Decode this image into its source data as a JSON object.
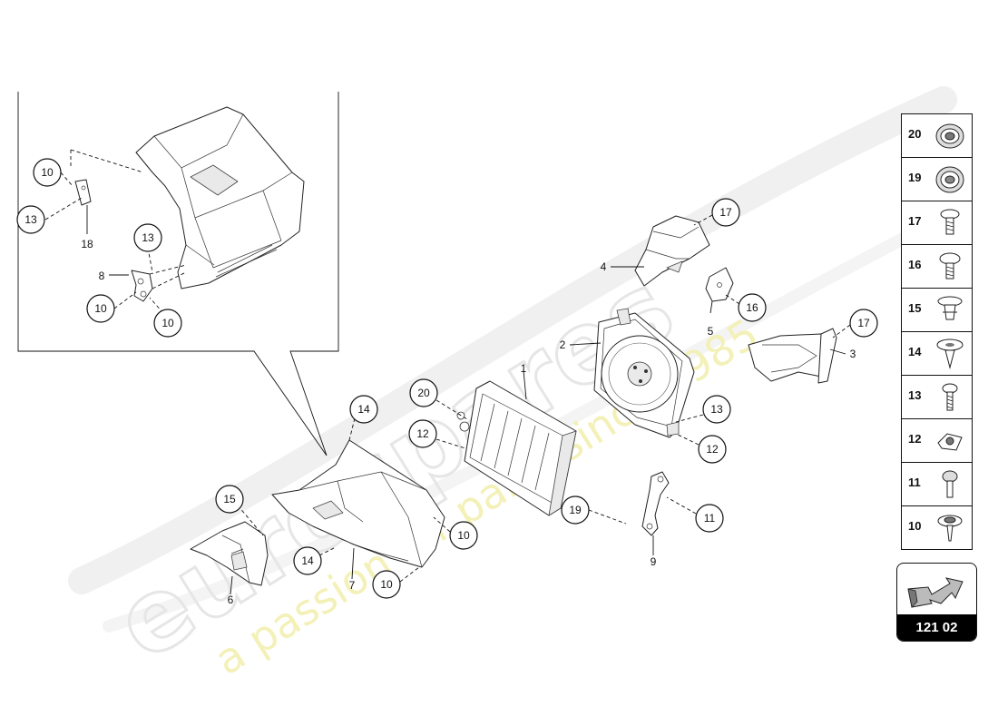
{
  "watermark": {
    "brand": "eurospares",
    "tagline": "a passion for parts since 1985"
  },
  "callouts": [
    {
      "id": "c10-inset-top",
      "label": "10"
    },
    {
      "id": "c13-inset-left",
      "label": "13"
    },
    {
      "id": "c18-inset",
      "label": "18"
    },
    {
      "id": "c13-inset-mid",
      "label": "13"
    },
    {
      "id": "c8-inset",
      "label": "8"
    },
    {
      "id": "c10-inset-bl",
      "label": "10"
    },
    {
      "id": "c10-inset-br",
      "label": "10"
    },
    {
      "id": "c17-top",
      "label": "17"
    },
    {
      "id": "c4",
      "label": "4"
    },
    {
      "id": "c16",
      "label": "16"
    },
    {
      "id": "c5",
      "label": "5"
    },
    {
      "id": "c17-right",
      "label": "17"
    },
    {
      "id": "c3",
      "label": "3"
    },
    {
      "id": "c2",
      "label": "2"
    },
    {
      "id": "c1",
      "label": "1"
    },
    {
      "id": "c20",
      "label": "20"
    },
    {
      "id": "c12-left",
      "label": "12"
    },
    {
      "id": "c13-right",
      "label": "13"
    },
    {
      "id": "c12-right",
      "label": "12"
    },
    {
      "id": "c14-top",
      "label": "14"
    },
    {
      "id": "c19",
      "label": "19"
    },
    {
      "id": "c11",
      "label": "11"
    },
    {
      "id": "c9",
      "label": "9"
    },
    {
      "id": "c15",
      "label": "15"
    },
    {
      "id": "c10-duct",
      "label": "10"
    },
    {
      "id": "c14-bottom",
      "label": "14"
    },
    {
      "id": "c7",
      "label": "7"
    },
    {
      "id": "c10-bottom",
      "label": "10"
    },
    {
      "id": "c6",
      "label": "6"
    }
  ],
  "legend": [
    {
      "number": "20",
      "icon": "grommet-icon"
    },
    {
      "number": "19",
      "icon": "grommet-icon"
    },
    {
      "number": "17",
      "icon": "screw-icon"
    },
    {
      "number": "16",
      "icon": "screw-icon"
    },
    {
      "number": "15",
      "icon": "expansion-rivet-icon"
    },
    {
      "number": "14",
      "icon": "expansion-rivet-icon"
    },
    {
      "number": "13",
      "icon": "screw-icon"
    },
    {
      "number": "12",
      "icon": "speed-nut-icon"
    },
    {
      "number": "11",
      "icon": "screw-icon"
    },
    {
      "number": "10",
      "icon": "washer-screw-icon"
    }
  ],
  "reference": {
    "number": "121 02",
    "icon": "view-direction-arrow-icon"
  }
}
